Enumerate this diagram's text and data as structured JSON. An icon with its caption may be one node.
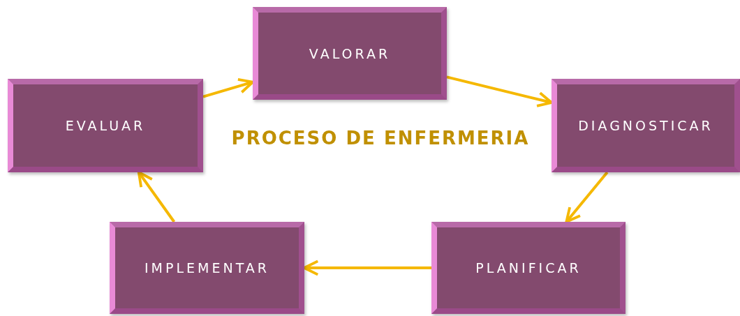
{
  "diagram": {
    "title": "PROCESO DE ENFERMERIA",
    "nodes": [
      {
        "text": [
          "VALORAR"
        ]
      },
      {
        "text": [
          "DIAGNOSTICAR"
        ]
      },
      {
        "text": [
          "PLANIFICAR"
        ]
      },
      {
        "text": [
          "IMPLEMENTAR"
        ]
      },
      {
        "text": [
          "EVALUAR"
        ]
      }
    ],
    "edges": [
      {
        "from": 0,
        "to": 1,
        "arrow": "to"
      },
      {
        "from": 1,
        "to": 2,
        "arrow": "to"
      },
      {
        "from": 2,
        "to": 3,
        "arrow": "to"
      },
      {
        "from": 3,
        "to": 4,
        "arrow": "to"
      },
      {
        "from": 4,
        "to": 0,
        "arrow": "to"
      }
    ]
  }
}
